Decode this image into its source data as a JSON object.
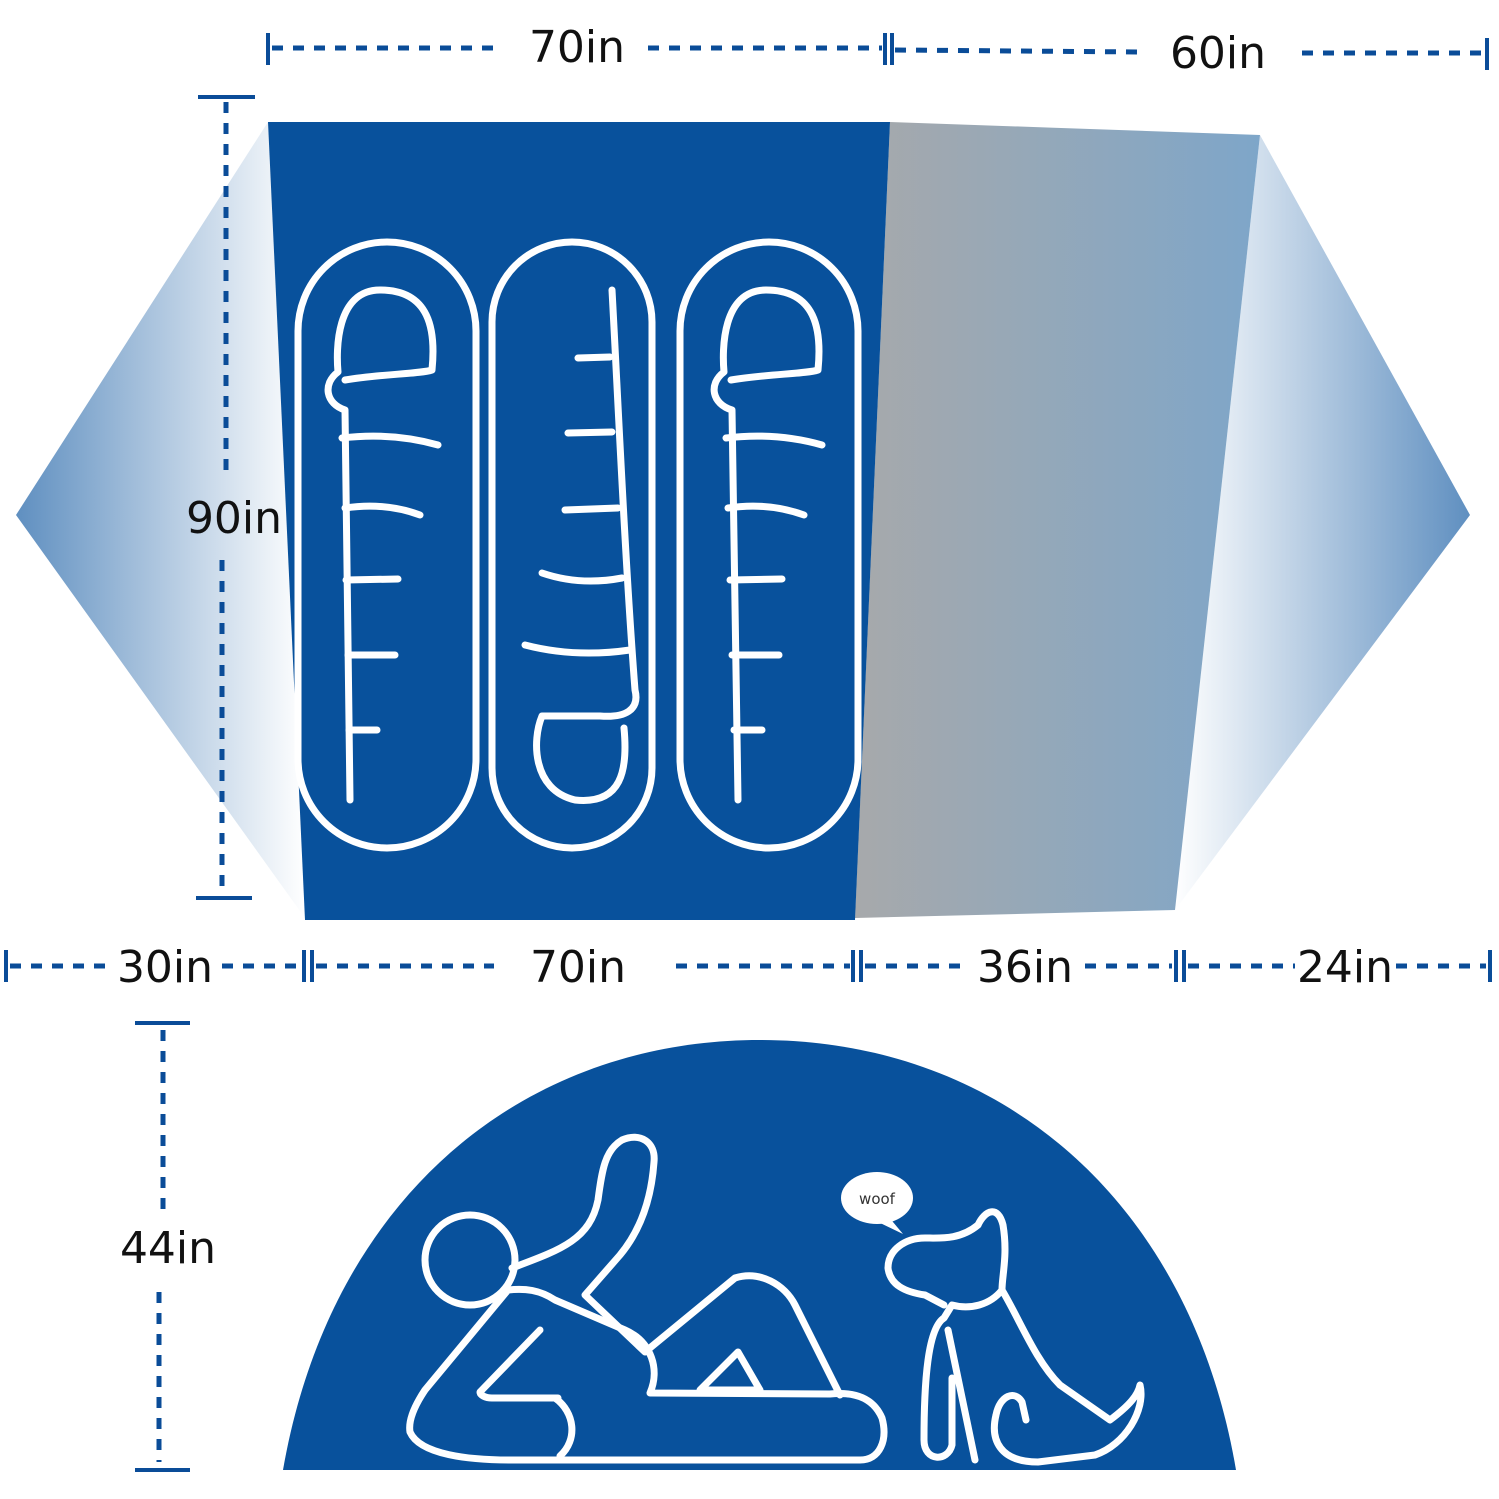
{
  "colors": {
    "floor": "#08519c",
    "vestibule_left": "#a7a9ab",
    "vestibule_right": "#7ea6c9",
    "wing_edge": "#5f8fc0",
    "wing_fade": "#ffffff",
    "dimension_line": "#0a4c98",
    "outline": "#ffffff"
  },
  "labels": {
    "top_inner_width": "70in",
    "top_vestibule_width": "60in",
    "inner_length": "90in",
    "bottom_left_wing": "30in",
    "bottom_inner_width": "70in",
    "bottom_vestibule": "36in",
    "bottom_right_wing": "24in",
    "peak_height": "44in"
  },
  "speech_bubble": "woof",
  "icons": [
    "sleeping-bag-icon",
    "sleeping-bag-icon",
    "sleeping-bag-icon",
    "reclining-person-icon",
    "dog-icon"
  ]
}
